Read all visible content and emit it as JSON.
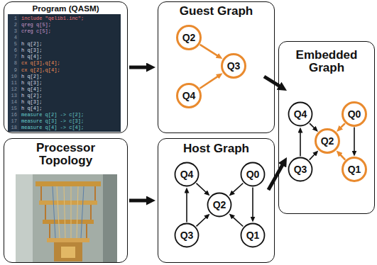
{
  "diagram": {
    "nodes": [
      {
        "text": [
          "Program (QASM)"
        ]
      },
      {
        "text": [
          "Guest Graph"
        ]
      },
      {
        "text": [
          "Q2"
        ],
        "in": 1
      },
      {
        "text": [
          "Q3"
        ],
        "in": 1
      },
      {
        "text": [
          "Q4"
        ],
        "in": 1
      },
      {
        "text": [
          "Processor Topology"
        ]
      },
      {
        "text": [
          "Host Graph"
        ]
      },
      {
        "text": [
          "Q4"
        ],
        "in": 6
      },
      {
        "text": [
          "Q0"
        ],
        "in": 6
      },
      {
        "text": [
          "Q2"
        ],
        "in": 6
      },
      {
        "text": [
          "Q3"
        ],
        "in": 6
      },
      {
        "text": [
          "Q1"
        ],
        "in": 6
      },
      {
        "text": [
          "Embedded Graph"
        ]
      },
      {
        "text": [
          "Q4"
        ],
        "in": 12
      },
      {
        "text": [
          "Q0"
        ],
        "in": 12
      },
      {
        "text": [
          "Q2"
        ],
        "in": 12
      },
      {
        "text": [
          "Q3"
        ],
        "in": 12
      },
      {
        "text": [
          "Q1"
        ],
        "in": 12
      }
    ],
    "edges": [
      {
        "from": 0,
        "to": 1,
        "arrow": "to"
      },
      {
        "from": 1,
        "to": 12,
        "arrow": "to"
      },
      {
        "from": 5,
        "to": 6,
        "arrow": "to"
      },
      {
        "from": 6,
        "to": 12,
        "arrow": "to"
      },
      {
        "from": 2,
        "to": 3,
        "arrow": "to"
      },
      {
        "from": 4,
        "to": 3,
        "arrow": "to"
      },
      {
        "from": 7,
        "to": 9,
        "arrow": "to"
      },
      {
        "from": 8,
        "to": 9,
        "arrow": "to"
      },
      {
        "from": 8,
        "to": 11,
        "arrow": "to"
      },
      {
        "from": 11,
        "to": 9,
        "arrow": "to"
      },
      {
        "from": 10,
        "to": 9,
        "arrow": "to"
      },
      {
        "from": 10,
        "to": 7,
        "arrow": "to"
      },
      {
        "from": 13,
        "to": 15,
        "arrow": "to"
      },
      {
        "from": 14,
        "to": 15,
        "arrow": "to"
      },
      {
        "from": 14,
        "to": 17,
        "arrow": "to"
      },
      {
        "from": 17,
        "to": 15,
        "arrow": "to"
      },
      {
        "from": 16,
        "to": 15,
        "arrow": "to"
      },
      {
        "from": 16,
        "to": 13,
        "arrow": "to"
      }
    ],
    "labels": [
      "1",
      "2",
      "3",
      "4",
      "5",
      "6",
      "7",
      "8",
      "9",
      "10",
      "11",
      "12",
      "13",
      "14",
      "15",
      "16",
      "17",
      "18",
      "include \"qelib1.inc\";",
      "qreg q[5];",
      "creg c[5];",
      "h q[2];",
      "h q[3];",
      "h q[4];",
      "cx q[3],q[4];",
      "cx q[2],q[4];",
      "h q[2];",
      "h q[3];",
      "h q[4];",
      "h q[2];",
      "h q[3];",
      "h q[4];",
      "measure q[2] -> c[2];",
      "measure q[3] -> c[3];",
      "measure q[4] -> c[4];"
    ]
  }
}
